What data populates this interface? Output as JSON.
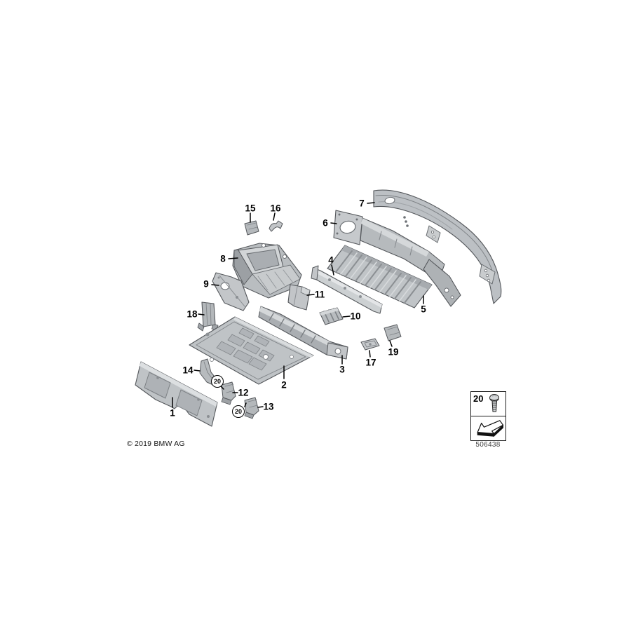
{
  "diagram": {
    "copyright": "© 2019 BMW AG",
    "diagram_id": "506438",
    "callouts": {
      "c1": "1",
      "c2": "2",
      "c3": "3",
      "c4": "4",
      "c5": "5",
      "c6": "6",
      "c7": "7",
      "c8": "8",
      "c9": "9",
      "c10": "10",
      "c11": "11",
      "c12": "12",
      "c13": "13",
      "c14": "14",
      "c15": "15",
      "c16": "16",
      "c17": "17",
      "c18": "18",
      "c19": "19",
      "c20a": "20",
      "c20b": "20"
    },
    "legend": {
      "item_number": "20",
      "fastener_icon": "screw-icon",
      "direction_icon": "direction-arrow-icon"
    },
    "colors": {
      "part_fill": "#b9bdc1",
      "part_light": "#d6d9db",
      "part_dark": "#8e9296",
      "outline": "#55585c",
      "label": "#000000"
    }
  }
}
